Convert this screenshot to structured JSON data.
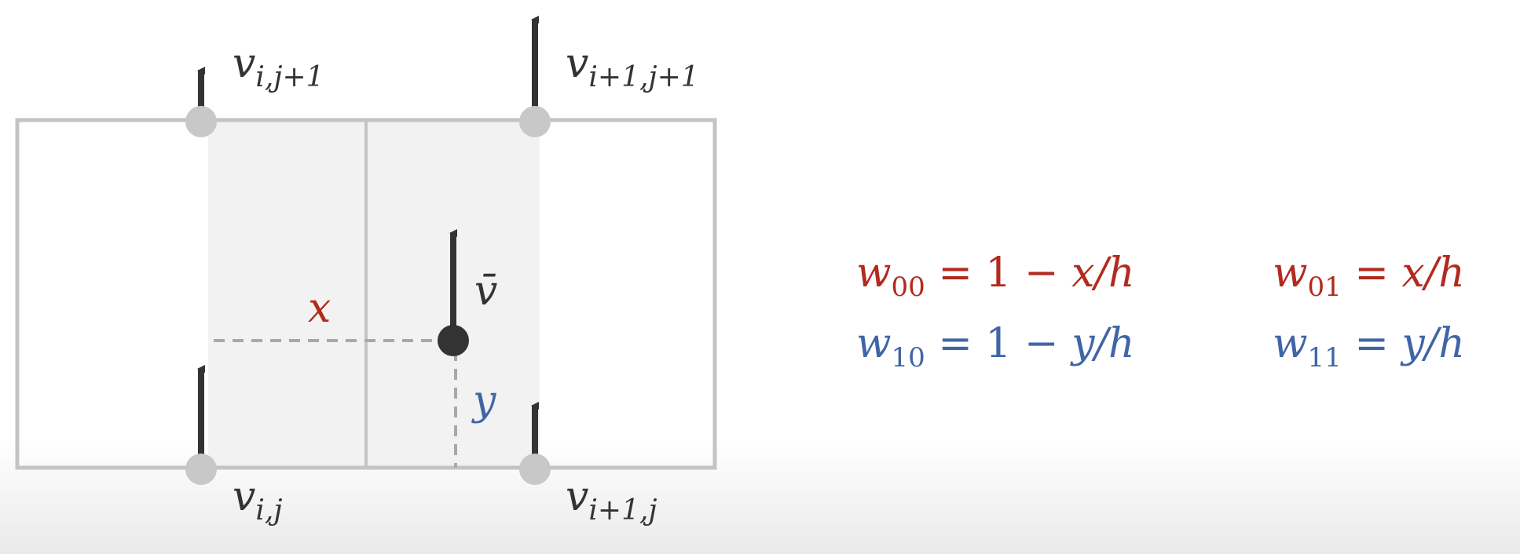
{
  "diagram": {
    "labels": {
      "v_top_left": {
        "base": "v",
        "sub": "i,j+1"
      },
      "v_top_right": {
        "base": "v",
        "sub": "i+1,j+1"
      },
      "v_bottom_left": {
        "base": "v",
        "sub": "i,j"
      },
      "v_bottom_right": {
        "base": "v",
        "sub": "i+1,j"
      },
      "v_bar": "v̄",
      "x": "x",
      "y": "y"
    },
    "colors": {
      "grid": "#c4c4c4",
      "shade": "#f2f2f2",
      "arrow": "#333333",
      "node": "#c8c8c8",
      "point": "#333333",
      "red": "#b22a1e",
      "blue": "#4065a6"
    }
  },
  "equations": {
    "w00": {
      "lhs_var": "w",
      "lhs_sub": "00",
      "op": "=",
      "rhs_pre": "1 − ",
      "rhs_var": "x/h"
    },
    "w01": {
      "lhs_var": "w",
      "lhs_sub": "01",
      "op": "=",
      "rhs_pre": "",
      "rhs_var": "x/h"
    },
    "w10": {
      "lhs_var": "w",
      "lhs_sub": "10",
      "op": "=",
      "rhs_pre": "1 − ",
      "rhs_var": "y/h"
    },
    "w11": {
      "lhs_var": "w",
      "lhs_sub": "11",
      "op": "=",
      "rhs_pre": "",
      "rhs_var": "y/h"
    }
  }
}
